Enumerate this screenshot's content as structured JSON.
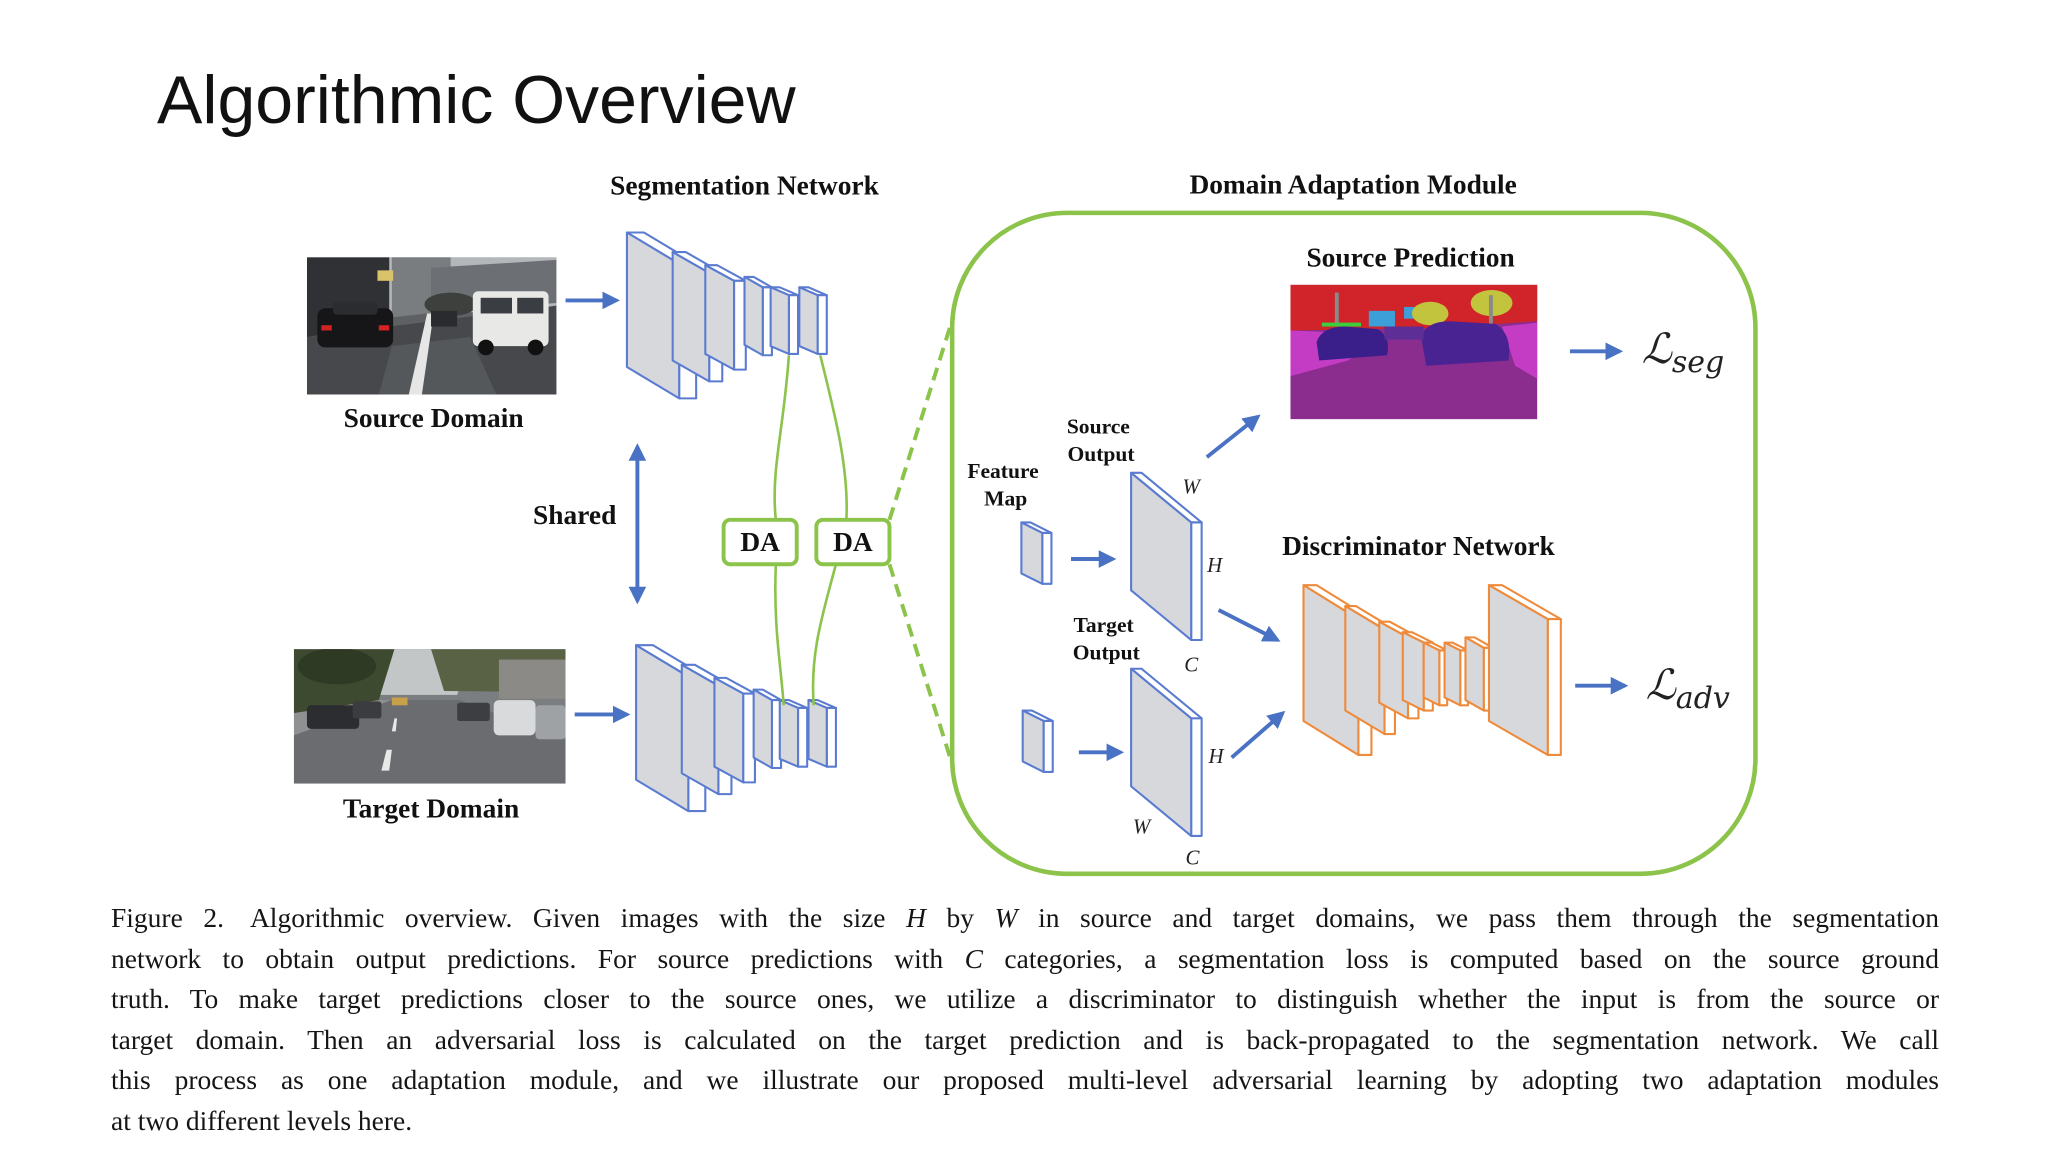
{
  "slide": {
    "title": "Algorithmic Overview"
  },
  "figure": {
    "segmentation_network_label": "Segmentation Network",
    "domain_adaptation_module_label": "Domain Adaptation Module",
    "source_domain_label": "Source Domain",
    "target_domain_label": "Target Domain",
    "shared_label": "Shared",
    "da_labels": [
      "DA",
      "DA"
    ],
    "feature_map_label": [
      "Feature",
      "Map"
    ],
    "source_output_label": [
      "Source",
      "Output"
    ],
    "target_output_label": [
      "Target",
      "Output"
    ],
    "source_prediction_label": "Source Prediction",
    "discriminator_network_label": "Discriminator Network",
    "source_output_dims": {
      "w": "W",
      "h": "H",
      "c": "C"
    },
    "target_output_dims": {
      "h": "H",
      "w": "W",
      "c": "C"
    },
    "loss_seg": {
      "symbol": "ℒ",
      "subscript": "seg"
    },
    "loss_adv": {
      "symbol": "ℒ",
      "subscript": "adv"
    },
    "colors": {
      "network_outline": "#5a7bd0",
      "discriminator_outline": "#ef8a3a",
      "module_outline": "#8cc34b",
      "arrow": "#4a72c4",
      "layer_fill": "#d6d8dc"
    }
  },
  "caption": {
    "figure_label": "Figure 2.",
    "lines": [
      [
        "Algorithmic overview. Given images with the size ",
        "H",
        " by ",
        "W",
        " in source and target domains, we pass them through the segmentation"
      ],
      [
        "network to obtain output predictions. For source predictions with ",
        "C",
        " categories, a segmentation loss is computed based on the source ground"
      ],
      [
        "truth. To make target predictions closer to the source ones, we utilize a discriminator to distinguish whether the input is from the source or"
      ],
      [
        "target domain. Then an adversarial loss is calculated on the target prediction and is back-propagated to the segmentation network. We call"
      ],
      [
        "this process as one adaptation module, and we illustrate our proposed multi-level adversarial learning by adopting two adaptation modules"
      ],
      [
        "at two different levels here."
      ]
    ]
  }
}
